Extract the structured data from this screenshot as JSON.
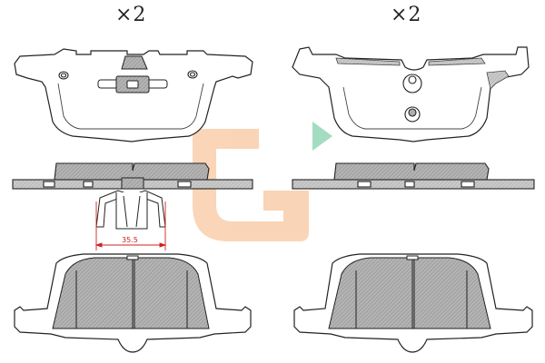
{
  "quantity_marks": [
    "×2",
    "×2"
  ],
  "dimension": {
    "value": "35.5"
  }
}
